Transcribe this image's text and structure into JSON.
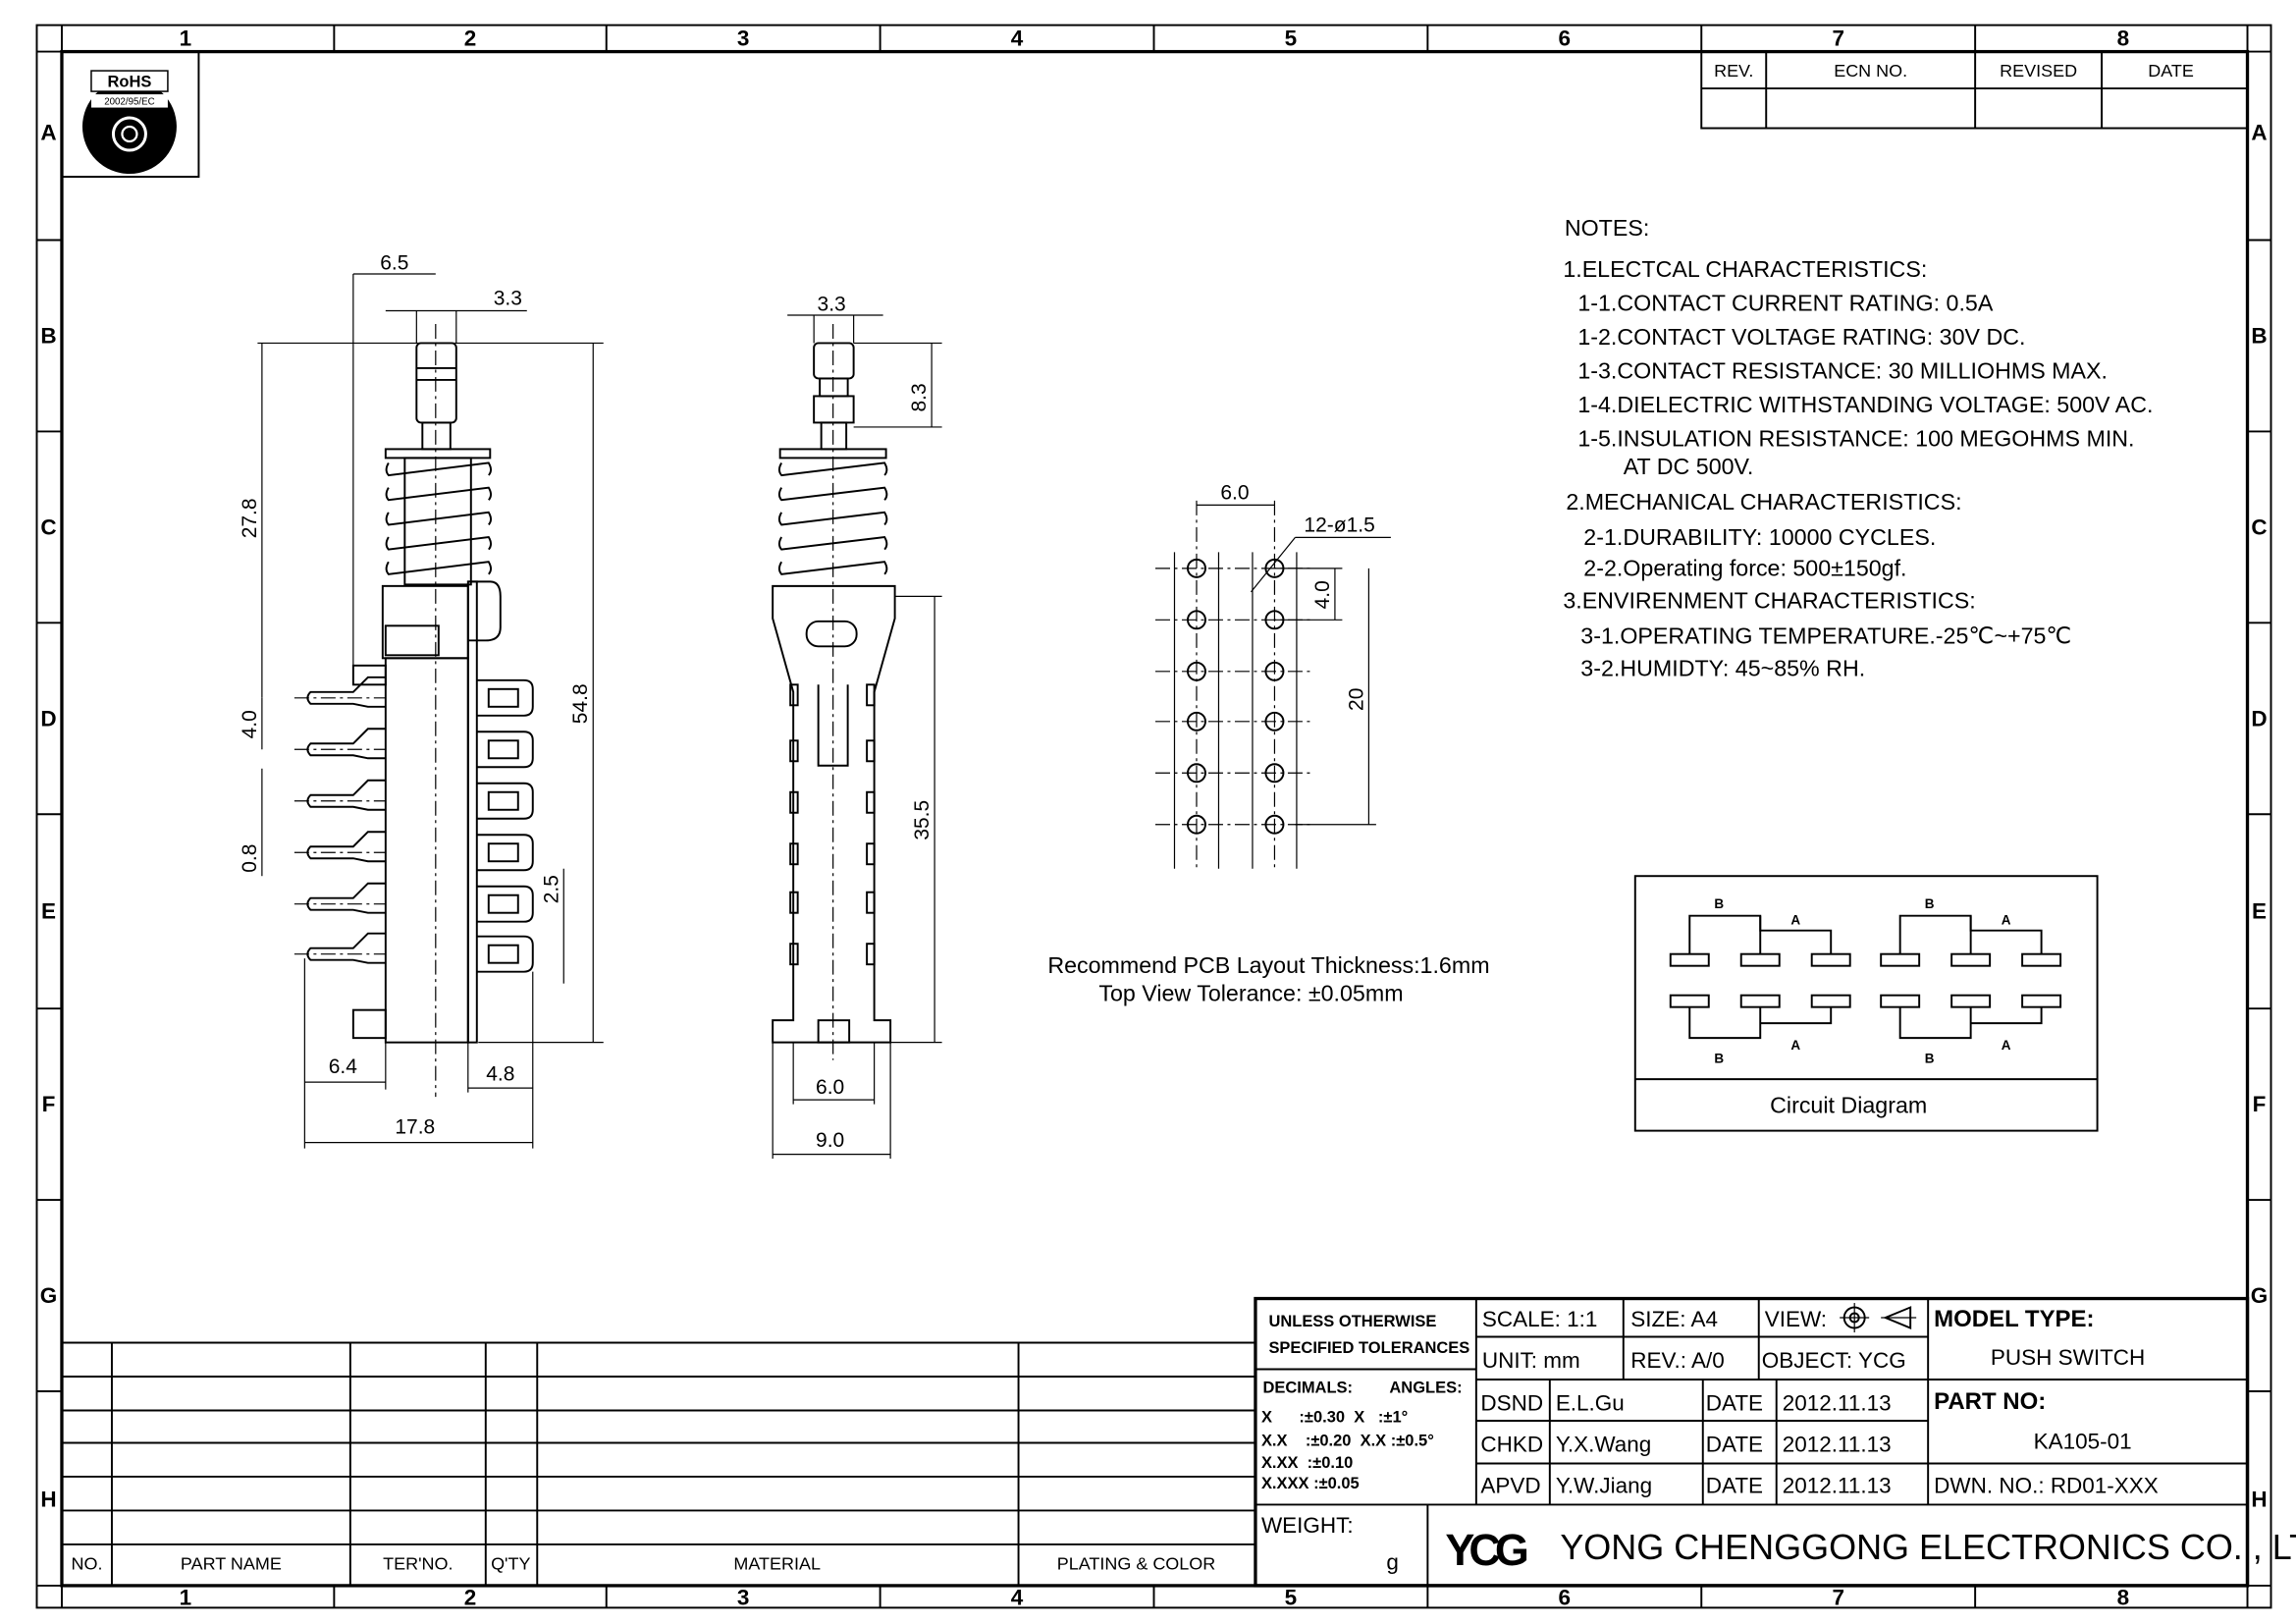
{
  "frame": {
    "columns": [
      "1",
      "2",
      "3",
      "4",
      "5",
      "6",
      "7",
      "8"
    ],
    "rows": [
      "A",
      "B",
      "C",
      "D",
      "E",
      "F",
      "G",
      "H"
    ]
  },
  "rohs": {
    "label": "RoHS",
    "directive": "2002/95/EC"
  },
  "revision_table": {
    "headers": [
      "REV.",
      "ECN NO.",
      "REVISED",
      "DATE"
    ]
  },
  "notes": {
    "title": "NOTES:",
    "lines": [
      "1.ELECTCAL  CHARACTERISTICS:",
      "1-1.CONTACT  CURRENT  RATING:    0.5A",
      "1-2.CONTACT  VOLTAGE  RATING:  30V  DC.",
      "1-3.CONTACT  RESISTANCE:  30  MILLIOHMS  MAX.",
      "1-4.DIELECTRIC  WITHSTANDING  VOLTAGE:  500V  AC.",
      "1-5.INSULATION  RESISTANCE:  100  MEGOHMS  MIN.",
      "AT  DC  500V.",
      "2.MECHANICAL  CHARACTERISTICS:",
      "2-1.DURABILITY:  10000  CYCLES.",
      "2-2.Operating  force:  500±150gf.",
      "3.ENVIRENMENT  CHARACTERISTICS:",
      "3-1.OPERATING  TEMPERATURE.-25℃~+75℃",
      "3-2.HUMIDTY: 45~85% RH."
    ]
  },
  "side_view": {
    "dims": [
      "6.5",
      "3.3",
      "27.8",
      "54.8",
      "4.0",
      "0.8",
      "2.5",
      "6.4",
      "4.8",
      "17.8"
    ]
  },
  "front_view": {
    "dims": [
      "3.3",
      "8.3",
      "35.5",
      "6.0",
      "9.0"
    ]
  },
  "pcb_layout": {
    "dims": [
      "6.0",
      "12-ø1.5",
      "4.0",
      "20"
    ],
    "caption1": "Recommend  PCB  Layout  Thickness:1.6mm",
    "caption2": "Top  View  Tolerance:  ±0.05mm"
  },
  "circuit": {
    "title": "Circuit  Diagram",
    "label_a": "A",
    "label_b": "B"
  },
  "parts_list": {
    "headers": [
      "NO.",
      "PART NAME",
      "TER'NO.",
      "Q'TY",
      "MATERIAL",
      "PLATING & COLOR"
    ]
  },
  "title_block": {
    "tolerance_title1": "UNLESS OTHERWISE",
    "tolerance_title2": "SPECIFIED TOLERANCES",
    "decimals": "DECIMALS:",
    "angles": "ANGLES:",
    "tol_lines": [
      "X      :±0.30  X   :±1°",
      "X.X    :±0.20  X.X :±0.5°",
      "X.XX  :±0.10",
      "X.XXX :±0.05"
    ],
    "scale": "SCALE:  1:1",
    "size": "SIZE:  A4",
    "view": "VIEW:",
    "unit": "UNIT:  mm",
    "rev": "REV.:  A/0",
    "object": "OBJECT:  YCG",
    "model_type_label": "MODEL  TYPE:",
    "model_type": "PUSH  SWITCH",
    "part_no_label": "PART  NO:",
    "part_no": "KA105-01",
    "dwn_no": "DWN.  NO.:  RD01-XXX",
    "signoffs": [
      {
        "role": "DSND",
        "name": "E.L.Gu",
        "date_label": "DATE",
        "date": "2012.11.13"
      },
      {
        "role": "CHKD",
        "name": "Y.X.Wang",
        "date_label": "DATE",
        "date": "2012.11.13"
      },
      {
        "role": "APVD",
        "name": "Y.W.Jiang",
        "date_label": "DATE",
        "date": "2012.11.13"
      }
    ],
    "weight_label": "WEIGHT:",
    "weight_unit": "g",
    "logo": "YCG",
    "company": "YONG  CHENGGONG  ELECTRONICS  CO. , LTD."
  }
}
